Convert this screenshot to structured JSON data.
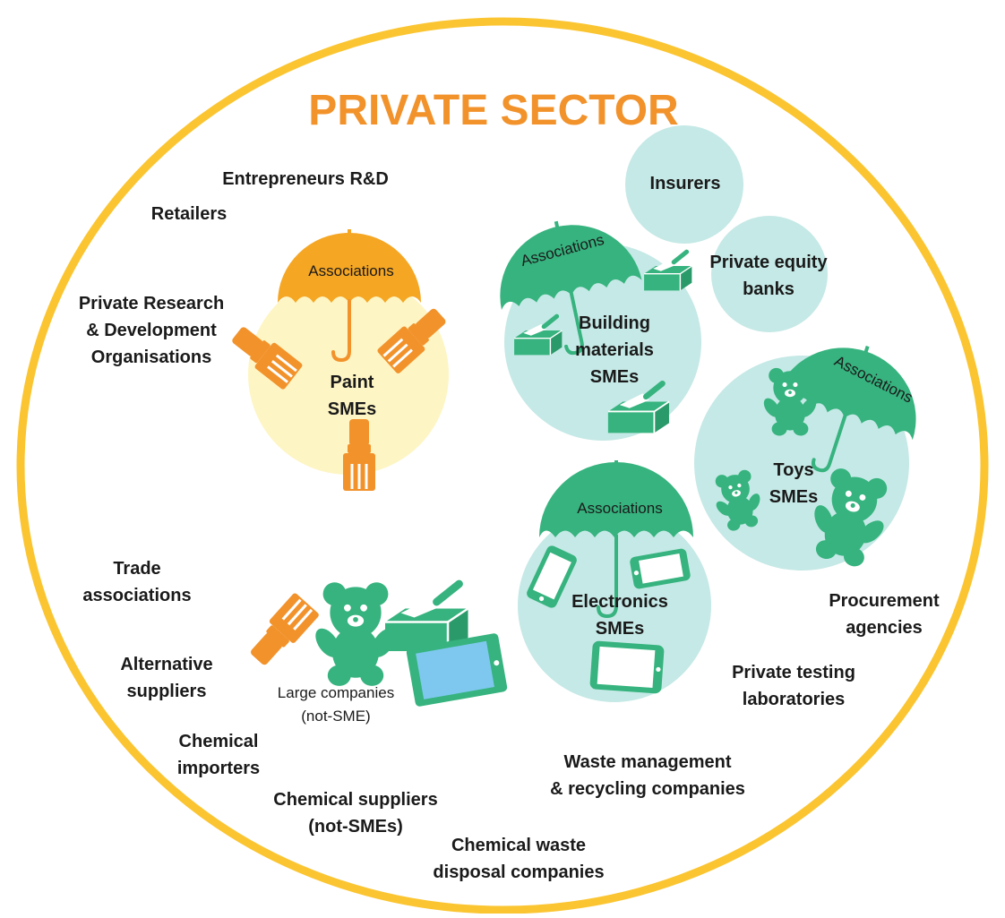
{
  "title": "PRIVATE SECTOR",
  "colors": {
    "ring": "#fbc531",
    "title": "#f2922b",
    "green": "#36b37e",
    "light_teal": "#c5e9e6",
    "light_yellow": "#fef5c4",
    "orange": "#f2922b",
    "screen_blue": "#7ec8ef"
  },
  "sector_groups": {
    "paint": {
      "umbrella_label": "Associations",
      "name": [
        "Paint",
        "SMEs"
      ]
    },
    "building": {
      "umbrella_label": "Associations",
      "name": [
        "Building",
        "materials",
        "SMEs"
      ]
    },
    "toys": {
      "umbrella_label": "Associations",
      "name": [
        "Toys",
        "SMEs"
      ]
    },
    "electronics": {
      "umbrella_label": "Associations",
      "name": [
        "Electronics",
        "SMEs"
      ]
    },
    "large": {
      "name": [
        "Large companies",
        "(not-SME)"
      ]
    }
  },
  "finance": {
    "insurers": "Insurers",
    "private_equity": [
      "Private equity",
      "banks"
    ]
  },
  "actors": {
    "entrepreneurs": "Entrepreneurs R&D",
    "retailers": "Retailers",
    "private_rd": [
      "Private Research",
      "& Development",
      "Organisations"
    ],
    "trade_assoc": [
      "Trade",
      "associations"
    ],
    "alt_suppliers": [
      "Alternative",
      "suppliers"
    ],
    "chem_importers": [
      "Chemical",
      "importers"
    ],
    "chem_suppliers": [
      "Chemical suppliers",
      "(not-SMEs)"
    ],
    "chem_waste": [
      "Chemical waste",
      "disposal companies"
    ],
    "waste_mgmt": [
      "Waste management",
      "& recycling companies"
    ],
    "testing_labs": [
      "Private testing",
      "laboratories"
    ],
    "procurement": [
      "Procurement",
      "agencies"
    ]
  },
  "icons": [
    "paintbrush-icon",
    "trowel-brick-icon",
    "teddy-bear-icon",
    "smartphone-icon",
    "tablet-icon",
    "umbrella-icon"
  ]
}
